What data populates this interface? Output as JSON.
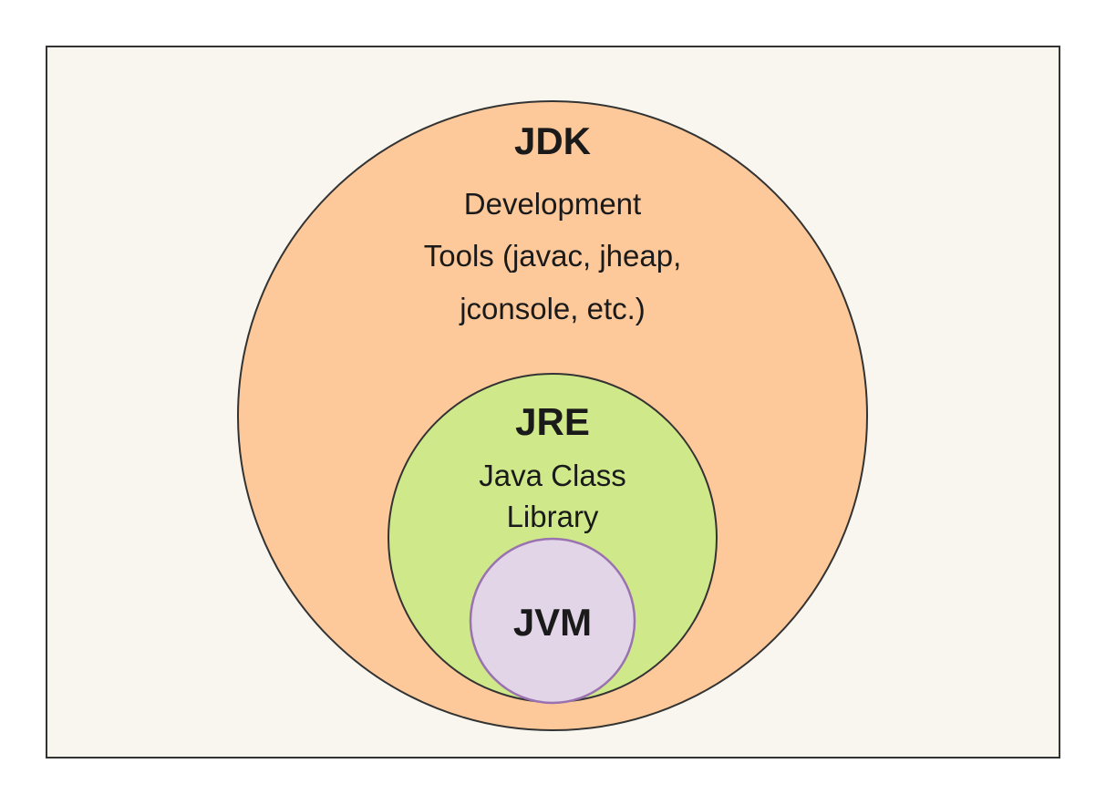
{
  "colors": {
    "background": "#f8f6ee",
    "frame_border": "#333333",
    "jdk_fill": "#fdc99a",
    "jre_fill": "#cfe98a",
    "jvm_fill": "#e2d5e8",
    "jvm_border": "#9a72b0"
  },
  "jdk": {
    "title": "JDK",
    "lines": [
      "Development",
      "Tools (javac, jheap,",
      "jconsole, etc.)"
    ]
  },
  "jre": {
    "title": "JRE",
    "lines": [
      "Java Class",
      "Library"
    ]
  },
  "jvm": {
    "title": "JVM"
  }
}
